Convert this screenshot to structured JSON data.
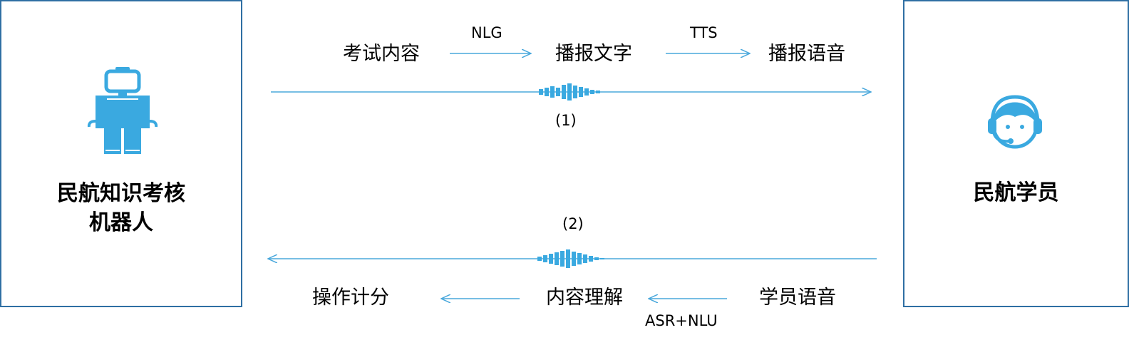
{
  "left_entity": {
    "title_line1": "民航知识考核",
    "title_line2": "机器人",
    "icon": "robot-icon"
  },
  "right_entity": {
    "title": "民航学员",
    "icon": "headset-agent-icon"
  },
  "flow_top": {
    "nodes": [
      "考试内容",
      "播报文字",
      "播报语音"
    ],
    "edge_labels": [
      "NLG",
      "TTS"
    ],
    "caption": "(1)"
  },
  "flow_bottom": {
    "nodes": [
      "操作计分",
      "内容理解",
      "学员语音"
    ],
    "edge_label": "ASR+NLU",
    "caption": "(2)"
  },
  "colors": {
    "border": "#2f6fa3",
    "accent": "#3aa9e0",
    "arrow": "#4aa8dc"
  }
}
